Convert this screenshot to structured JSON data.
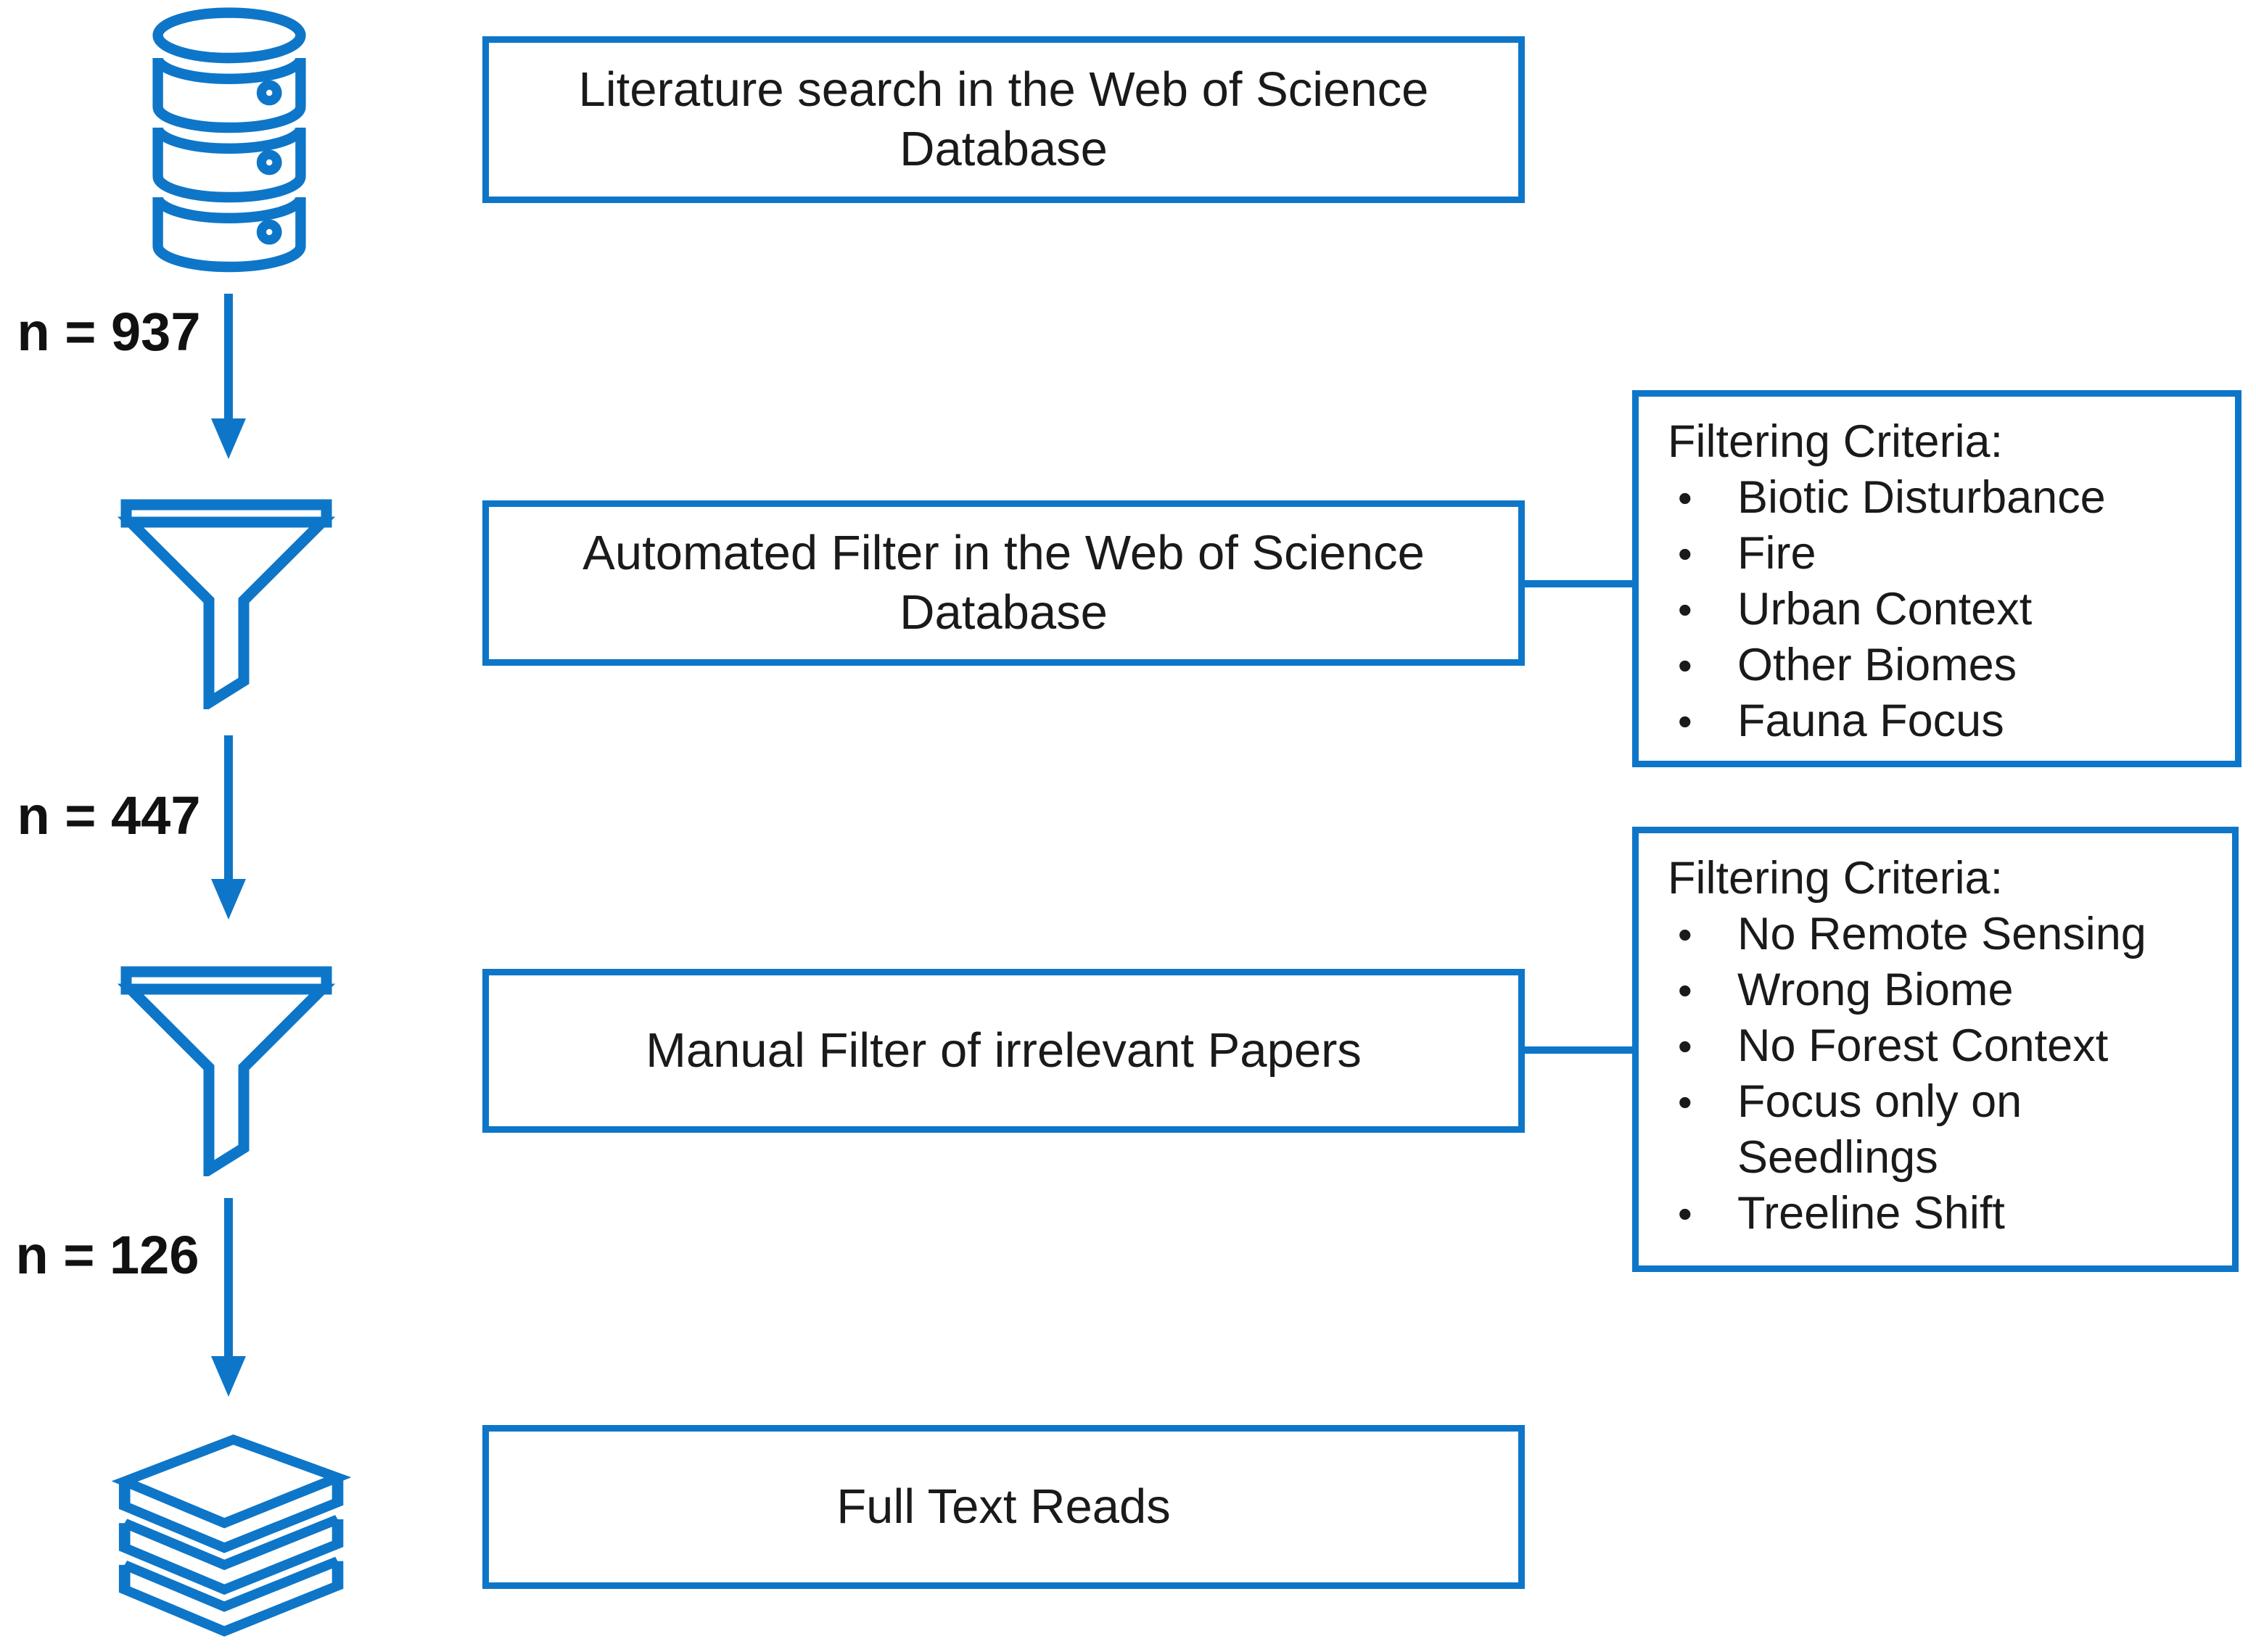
{
  "ui": {
    "bullet": "•",
    "colors": {
      "accent_blue": "#0e76c8",
      "text_black": "#1a1a1a",
      "background": "#ffffff"
    },
    "icons": [
      "database-icon",
      "funnel-icon",
      "funnel-icon",
      "books-icon"
    ]
  },
  "flow": {
    "step1": {
      "label": "Literature search in the Web of Science Database",
      "icon": "database"
    },
    "count1": "n = 937",
    "step2": {
      "label": "Automated Filter in the Web of Science Database",
      "icon": "funnel"
    },
    "criteria1": {
      "title": "Filtering Criteria:",
      "items": [
        "Biotic Disturbance",
        "Fire",
        "Urban Context",
        "Other Biomes",
        "Fauna Focus"
      ]
    },
    "count2": "n = 447",
    "step3": {
      "label": "Manual Filter of irrelevant Papers",
      "icon": "funnel"
    },
    "criteria2": {
      "title": "Filtering Criteria:",
      "items": [
        "No Remote Sensing",
        "Wrong Biome",
        "No Forest Context",
        "Focus only on Seedlings",
        "Treeline Shift"
      ]
    },
    "count3": "n = 126",
    "step4": {
      "label": "Full Text Reads",
      "icon": "books"
    }
  }
}
